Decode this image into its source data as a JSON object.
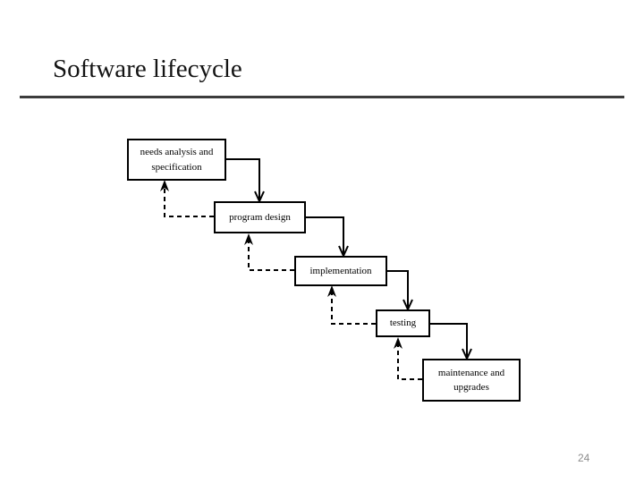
{
  "slide": {
    "title": "Software lifecycle",
    "page_number": "24"
  },
  "diagram": {
    "boxes": [
      {
        "id": "needs-analysis",
        "label": "needs analysis and specification"
      },
      {
        "id": "program-design",
        "label": "program design"
      },
      {
        "id": "implementation",
        "label": "implementation"
      },
      {
        "id": "testing",
        "label": "testing"
      },
      {
        "id": "maintenance",
        "label": "maintenance and upgrades"
      }
    ],
    "connections": {
      "forward_solid": [
        {
          "from": "needs-analysis",
          "to": "program-design"
        },
        {
          "from": "program-design",
          "to": "implementation"
        },
        {
          "from": "implementation",
          "to": "testing"
        },
        {
          "from": "testing",
          "to": "maintenance"
        }
      ],
      "feedback_dashed": [
        {
          "from": "program-design",
          "to": "needs-analysis"
        },
        {
          "from": "implementation",
          "to": "program-design"
        },
        {
          "from": "testing",
          "to": "implementation"
        },
        {
          "from": "maintenance",
          "to": "testing"
        }
      ]
    }
  },
  "colors": {
    "box_border": "#000000",
    "connector": "#000000",
    "title_rule": "#3c3c3c",
    "page_number": "#8c8c8c",
    "background": "#ffffff"
  }
}
